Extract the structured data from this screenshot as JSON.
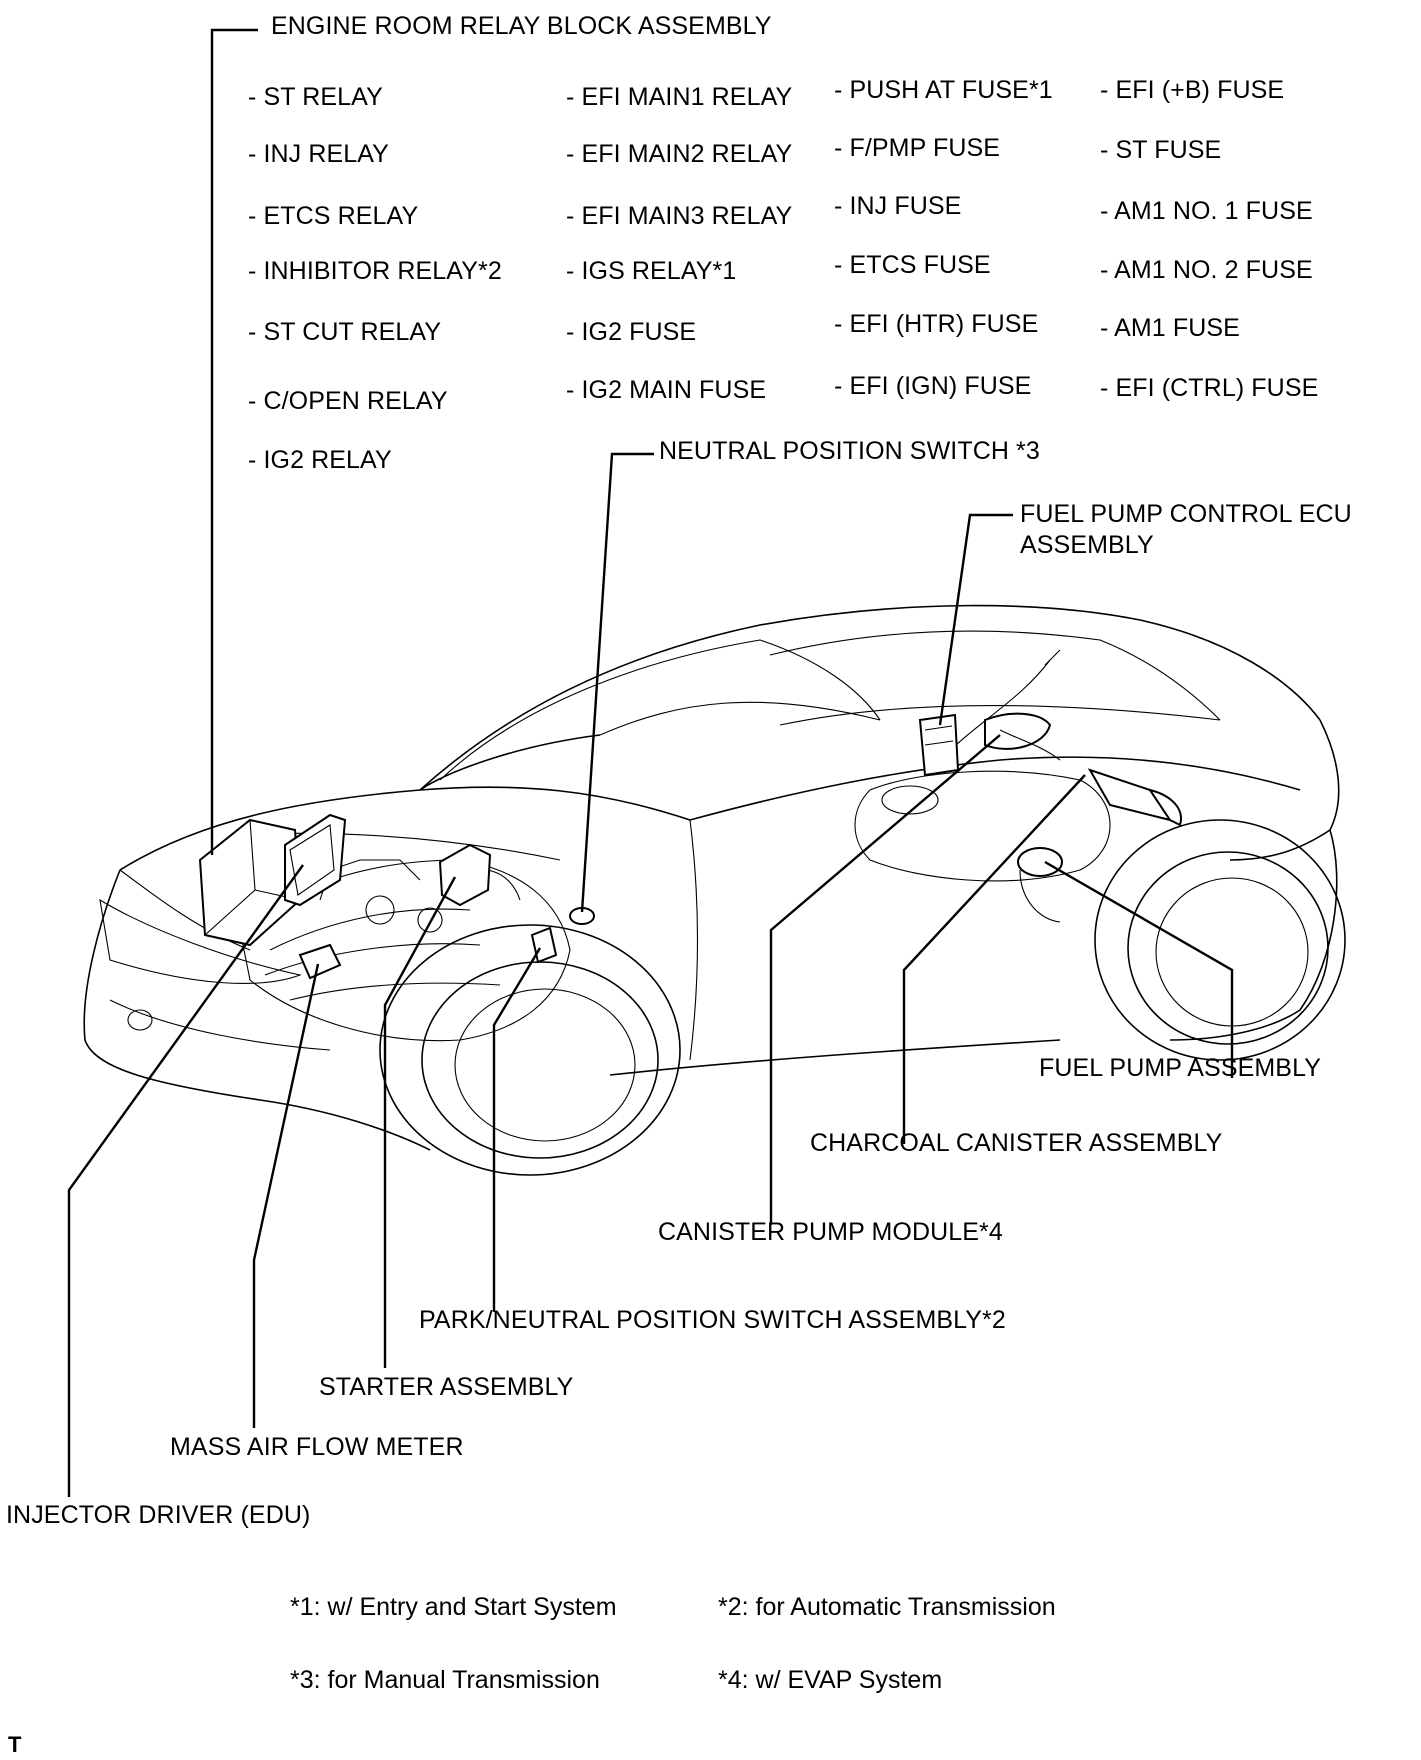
{
  "relay_block": {
    "title": "ENGINE ROOM RELAY BLOCK ASSEMBLY",
    "col1": [
      "- ST RELAY",
      "- INJ RELAY",
      "- ETCS RELAY",
      "- INHIBITOR RELAY*2",
      "- ST CUT RELAY",
      "- C/OPEN RELAY",
      "- IG2 RELAY"
    ],
    "col2": [
      "- EFI MAIN1 RELAY",
      "- EFI MAIN2 RELAY",
      "- EFI MAIN3 RELAY",
      "- IGS RELAY*1",
      "- IG2 FUSE",
      "- IG2 MAIN FUSE"
    ],
    "col3": [
      "- PUSH AT FUSE*1",
      "- F/PMP FUSE",
      "- INJ FUSE",
      "- ETCS FUSE",
      "- EFI (HTR) FUSE",
      "- EFI (IGN) FUSE"
    ],
    "col4": [
      "- EFI (+B) FUSE",
      "- ST FUSE",
      "- AM1 NO. 1 FUSE",
      "- AM1 NO. 2 FUSE",
      "- AM1 FUSE",
      "- EFI (CTRL) FUSE"
    ]
  },
  "callouts": {
    "neutral_switch": "NEUTRAL POSITION SWITCH *3",
    "fuel_pump_ecu_line1": "FUEL PUMP CONTROL ECU",
    "fuel_pump_ecu_line2": "ASSEMBLY",
    "fuel_pump": "FUEL PUMP ASSEMBLY",
    "charcoal_canister": "CHARCOAL CANISTER ASSEMBLY",
    "canister_pump": "CANISTER PUMP MODULE*4",
    "park_neutral": "PARK/NEUTRAL POSITION SWITCH ASSEMBLY*2",
    "starter": "STARTER ASSEMBLY",
    "maf": "MASS AIR FLOW METER",
    "injector_driver": "INJECTOR DRIVER (EDU)"
  },
  "footnotes": {
    "n1": "*1: w/ Entry and Start System",
    "n2": "*2: for Automatic Transmission",
    "n3": "*3: for Manual Transmission",
    "n4": "*4: w/ EVAP System"
  },
  "corner_mark": "T"
}
